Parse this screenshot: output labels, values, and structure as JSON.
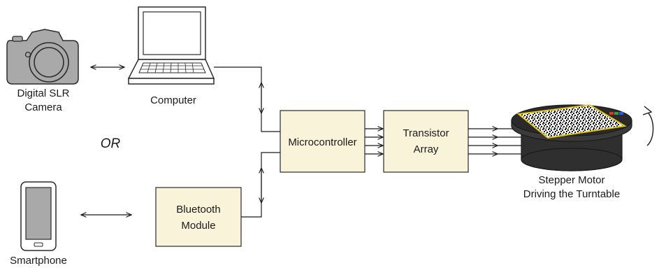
{
  "nodes": {
    "camera": {
      "label_line1": "Digital SLR",
      "label_line2": "Camera"
    },
    "computer": {
      "label": "Computer"
    },
    "smartphone": {
      "label": "Smartphone"
    },
    "bluetooth": {
      "label_line1": "Bluetooth",
      "label_line2": "Module"
    },
    "microcontroller": {
      "label": "Microcontroller"
    },
    "transistor": {
      "label_line1": "Transistor",
      "label_line2": "Array"
    },
    "motor": {
      "label_line1": "Stepper Motor",
      "label_line2": "Driving the Turntable"
    }
  },
  "or_text": "OR",
  "colors": {
    "box_fill": "#f8f3d9",
    "stroke": "#1a1a1a",
    "device_grey": "#a9a9a9",
    "turntable_dark": "#2f2f2f",
    "pattern_border": "#e6c619"
  },
  "icons": [
    "camera-icon",
    "laptop-icon",
    "smartphone-icon",
    "turntable-icon",
    "rotation-arrow-icon"
  ]
}
